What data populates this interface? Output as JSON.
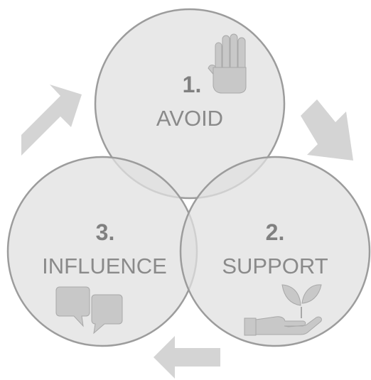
{
  "steps": [
    {
      "number": "1.",
      "label": "AVOID",
      "icon": "raised-hand-icon"
    },
    {
      "number": "2.",
      "label": "SUPPORT",
      "icon": "seedling-in-hand-icon"
    },
    {
      "number": "3.",
      "label": "INFLUENCE",
      "icon": "speech-bubbles-icon"
    }
  ],
  "colors": {
    "circle_fill": "#e0e0e0",
    "circle_stroke": "#9c9c9c",
    "text": "#878787",
    "arrow": "#d4d4d4",
    "icon": "#c8c8c8"
  }
}
